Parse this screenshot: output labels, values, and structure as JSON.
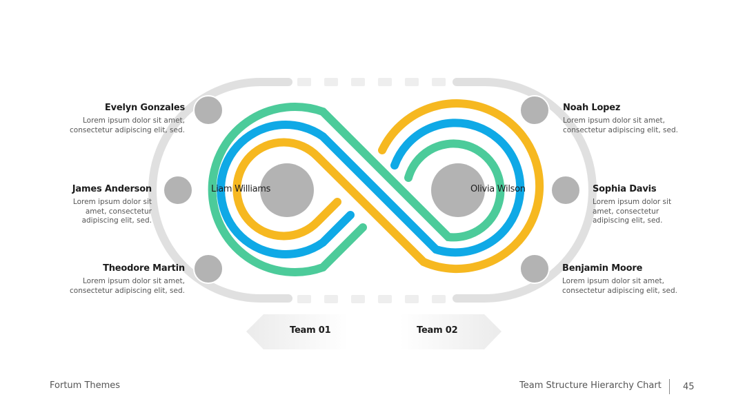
{
  "colors": {
    "green": "#4ccb9a",
    "blue": "#0fa9e6",
    "yellow": "#f6b820",
    "gray_ring": "#e0e0e0",
    "node_gray": "#b3b3b3"
  },
  "leaders": {
    "left": "Liam Williams",
    "right": "Olivia Wilson"
  },
  "members": {
    "top_left": {
      "name": "Evelyn Gonzales",
      "desc": "Lorem ipsum dolor sit amet, consectetur adipiscing elit, sed."
    },
    "mid_left": {
      "name": "James Anderson",
      "desc": "Lorem ipsum dolor sit amet, consectetur adipiscing elit, sed."
    },
    "bottom_left": {
      "name": "Theodore Martin",
      "desc": "Lorem ipsum dolor sit amet, consectetur adipiscing elit, sed."
    },
    "top_right": {
      "name": "Noah Lopez",
      "desc": "Lorem ipsum dolor sit amet, consectetur adipiscing elit, sed."
    },
    "mid_right": {
      "name": "Sophia Davis",
      "desc": "Lorem ipsum dolor sit amet, consectetur adipiscing elit, sed."
    },
    "bottom_right": {
      "name": "Benjamin Moore",
      "desc": "Lorem ipsum dolor sit amet, consectetur adipiscing elit, sed."
    }
  },
  "teams": {
    "team1": "Team 01",
    "team2": "Team 02"
  },
  "footer": {
    "brand": "Fortum Themes",
    "title": "Team Structure Hierarchy Chart",
    "page": "45"
  }
}
